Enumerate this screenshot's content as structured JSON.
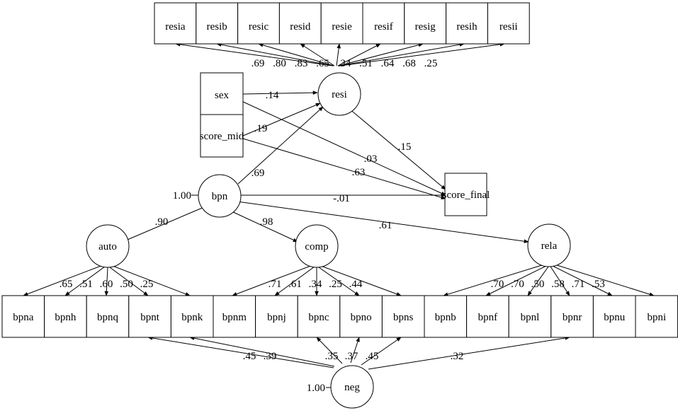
{
  "latents": {
    "resi": {
      "label": "resi"
    },
    "bpn": {
      "label": "bpn",
      "variance": "1.00"
    },
    "auto": {
      "label": "auto"
    },
    "comp": {
      "label": "comp"
    },
    "rela": {
      "label": "rela"
    },
    "neg": {
      "label": "neg",
      "variance": "1.00"
    }
  },
  "observed": {
    "sex": {
      "label": "sex"
    },
    "score_mid": {
      "label": "score_mid"
    },
    "score_final": {
      "label": "score_final"
    }
  },
  "resi_indicators": [
    {
      "label": "resia",
      "loading": ".69"
    },
    {
      "label": "resib",
      "loading": ".80"
    },
    {
      "label": "resic",
      "loading": ".83"
    },
    {
      "label": "resid",
      "loading": ".65"
    },
    {
      "label": "resie",
      "loading": ".34"
    },
    {
      "label": "resif",
      "loading": ".51"
    },
    {
      "label": "resig",
      "loading": ".64"
    },
    {
      "label": "resih",
      "loading": ".68"
    },
    {
      "label": "resii",
      "loading": ".25"
    }
  ],
  "bpn_indicators": [
    {
      "label": "bpna",
      "factor": "auto",
      "loading": ".65"
    },
    {
      "label": "bpnh",
      "factor": "auto",
      "loading": ".51"
    },
    {
      "label": "bpnq",
      "factor": "auto",
      "loading": ".60"
    },
    {
      "label": "bpnt",
      "factor": "auto",
      "loading": ".50"
    },
    {
      "label": "bpnk",
      "factor": "auto",
      "loading": ".25"
    },
    {
      "label": "bpnm",
      "factor": "comp",
      "loading": ".71"
    },
    {
      "label": "bpnj",
      "factor": "comp",
      "loading": ".61"
    },
    {
      "label": "bpnc",
      "factor": "comp",
      "loading": ".34"
    },
    {
      "label": "bpno",
      "factor": "comp",
      "loading": ".25"
    },
    {
      "label": "bpns",
      "factor": "comp",
      "loading": ".44"
    },
    {
      "label": "bpnb",
      "factor": "rela",
      "loading": ".70"
    },
    {
      "label": "bpnf",
      "factor": "rela",
      "loading": ".70"
    },
    {
      "label": "bpnl",
      "factor": "rela",
      "loading": ".50"
    },
    {
      "label": "bpnr",
      "factor": "rela",
      "loading": ".58"
    },
    {
      "label": "bpnu",
      "factor": "rela",
      "loading": ".71"
    },
    {
      "label": "bpni",
      "factor": "rela",
      "loading": ".53"
    }
  ],
  "neg_loadings": [
    {
      "target": "bpnt",
      "value": ".45"
    },
    {
      "target": "bpnk",
      "value": ".39"
    },
    {
      "target": "bpnc",
      "value": ".35"
    },
    {
      "target": "bpno",
      "value": ".37"
    },
    {
      "target": "bpns",
      "value": ".45"
    },
    {
      "target": "bpnr",
      "value": ".32"
    }
  ],
  "structural_paths": {
    "sex_resi": ".14",
    "score_mid_resi": ".19",
    "bpn_resi": ".69",
    "resi_score_final": ".15",
    "sex_score_final": ".03",
    "score_mid_score_final": ".63",
    "bpn_score_final": "-.01",
    "bpn_auto": ".90",
    "bpn_comp": ".98",
    "bpn_rela": ".61"
  }
}
